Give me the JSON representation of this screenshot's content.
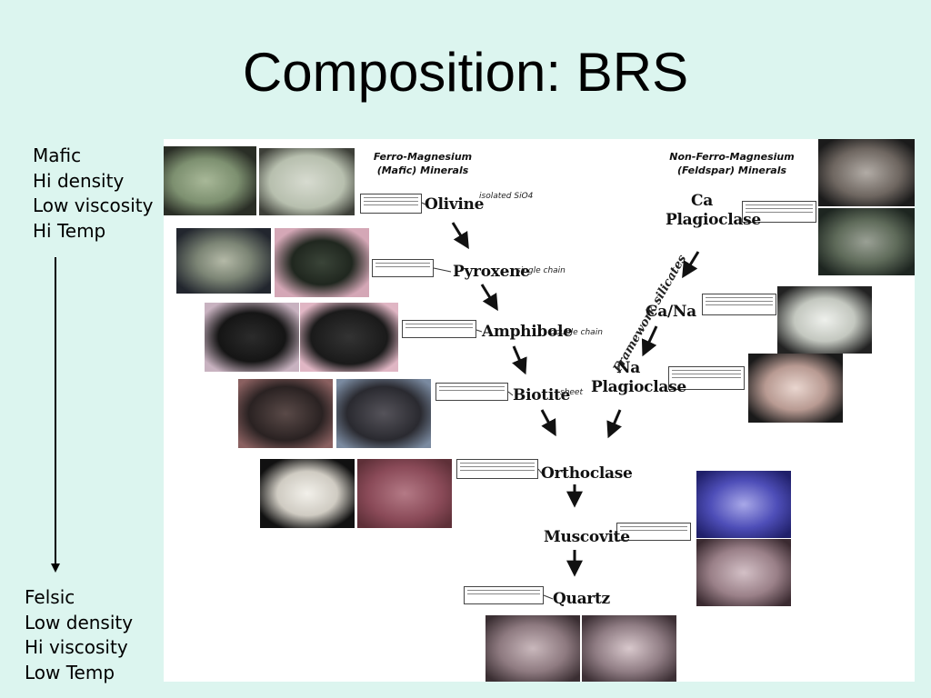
{
  "slide": {
    "title": "Composition: BRS"
  },
  "left_scale": {
    "top_labels": [
      "Mafic",
      "Hi density",
      "Low viscosity",
      "Hi Temp"
    ],
    "bottom_labels": [
      "Felsic",
      "Low density",
      "Hi viscosity",
      "Low Temp"
    ]
  },
  "figure": {
    "heading_left": [
      "Ferro-Magnesium",
      "(Mafic) Minerals"
    ],
    "heading_right": [
      "Non-Ferro-Magnesium",
      "(Feldspar) Minerals"
    ],
    "framework_label": "Framework silicates",
    "minerals": {
      "olivine": "Olivine",
      "pyroxene": "Pyroxene",
      "amphibole": "Amphibole",
      "biotite": "Biotite",
      "orthoclase": "Orthoclase",
      "muscovite": "Muscovite",
      "quartz": "Quartz",
      "ca_plag_1": "Ca",
      "ca_plag_2": "Plagioclase",
      "cana": "Ca/Na",
      "na_plag_1": "Na",
      "na_plag_2": "Plagioclase"
    },
    "structure_notes": {
      "olivine": "isolated SiO4",
      "pyroxene": "single chain",
      "amphibole": "double chain",
      "biotite": "sheet"
    },
    "colors": {
      "background": "#dcf5ef",
      "figure": "#ffffff",
      "arrow": "#111111"
    }
  }
}
